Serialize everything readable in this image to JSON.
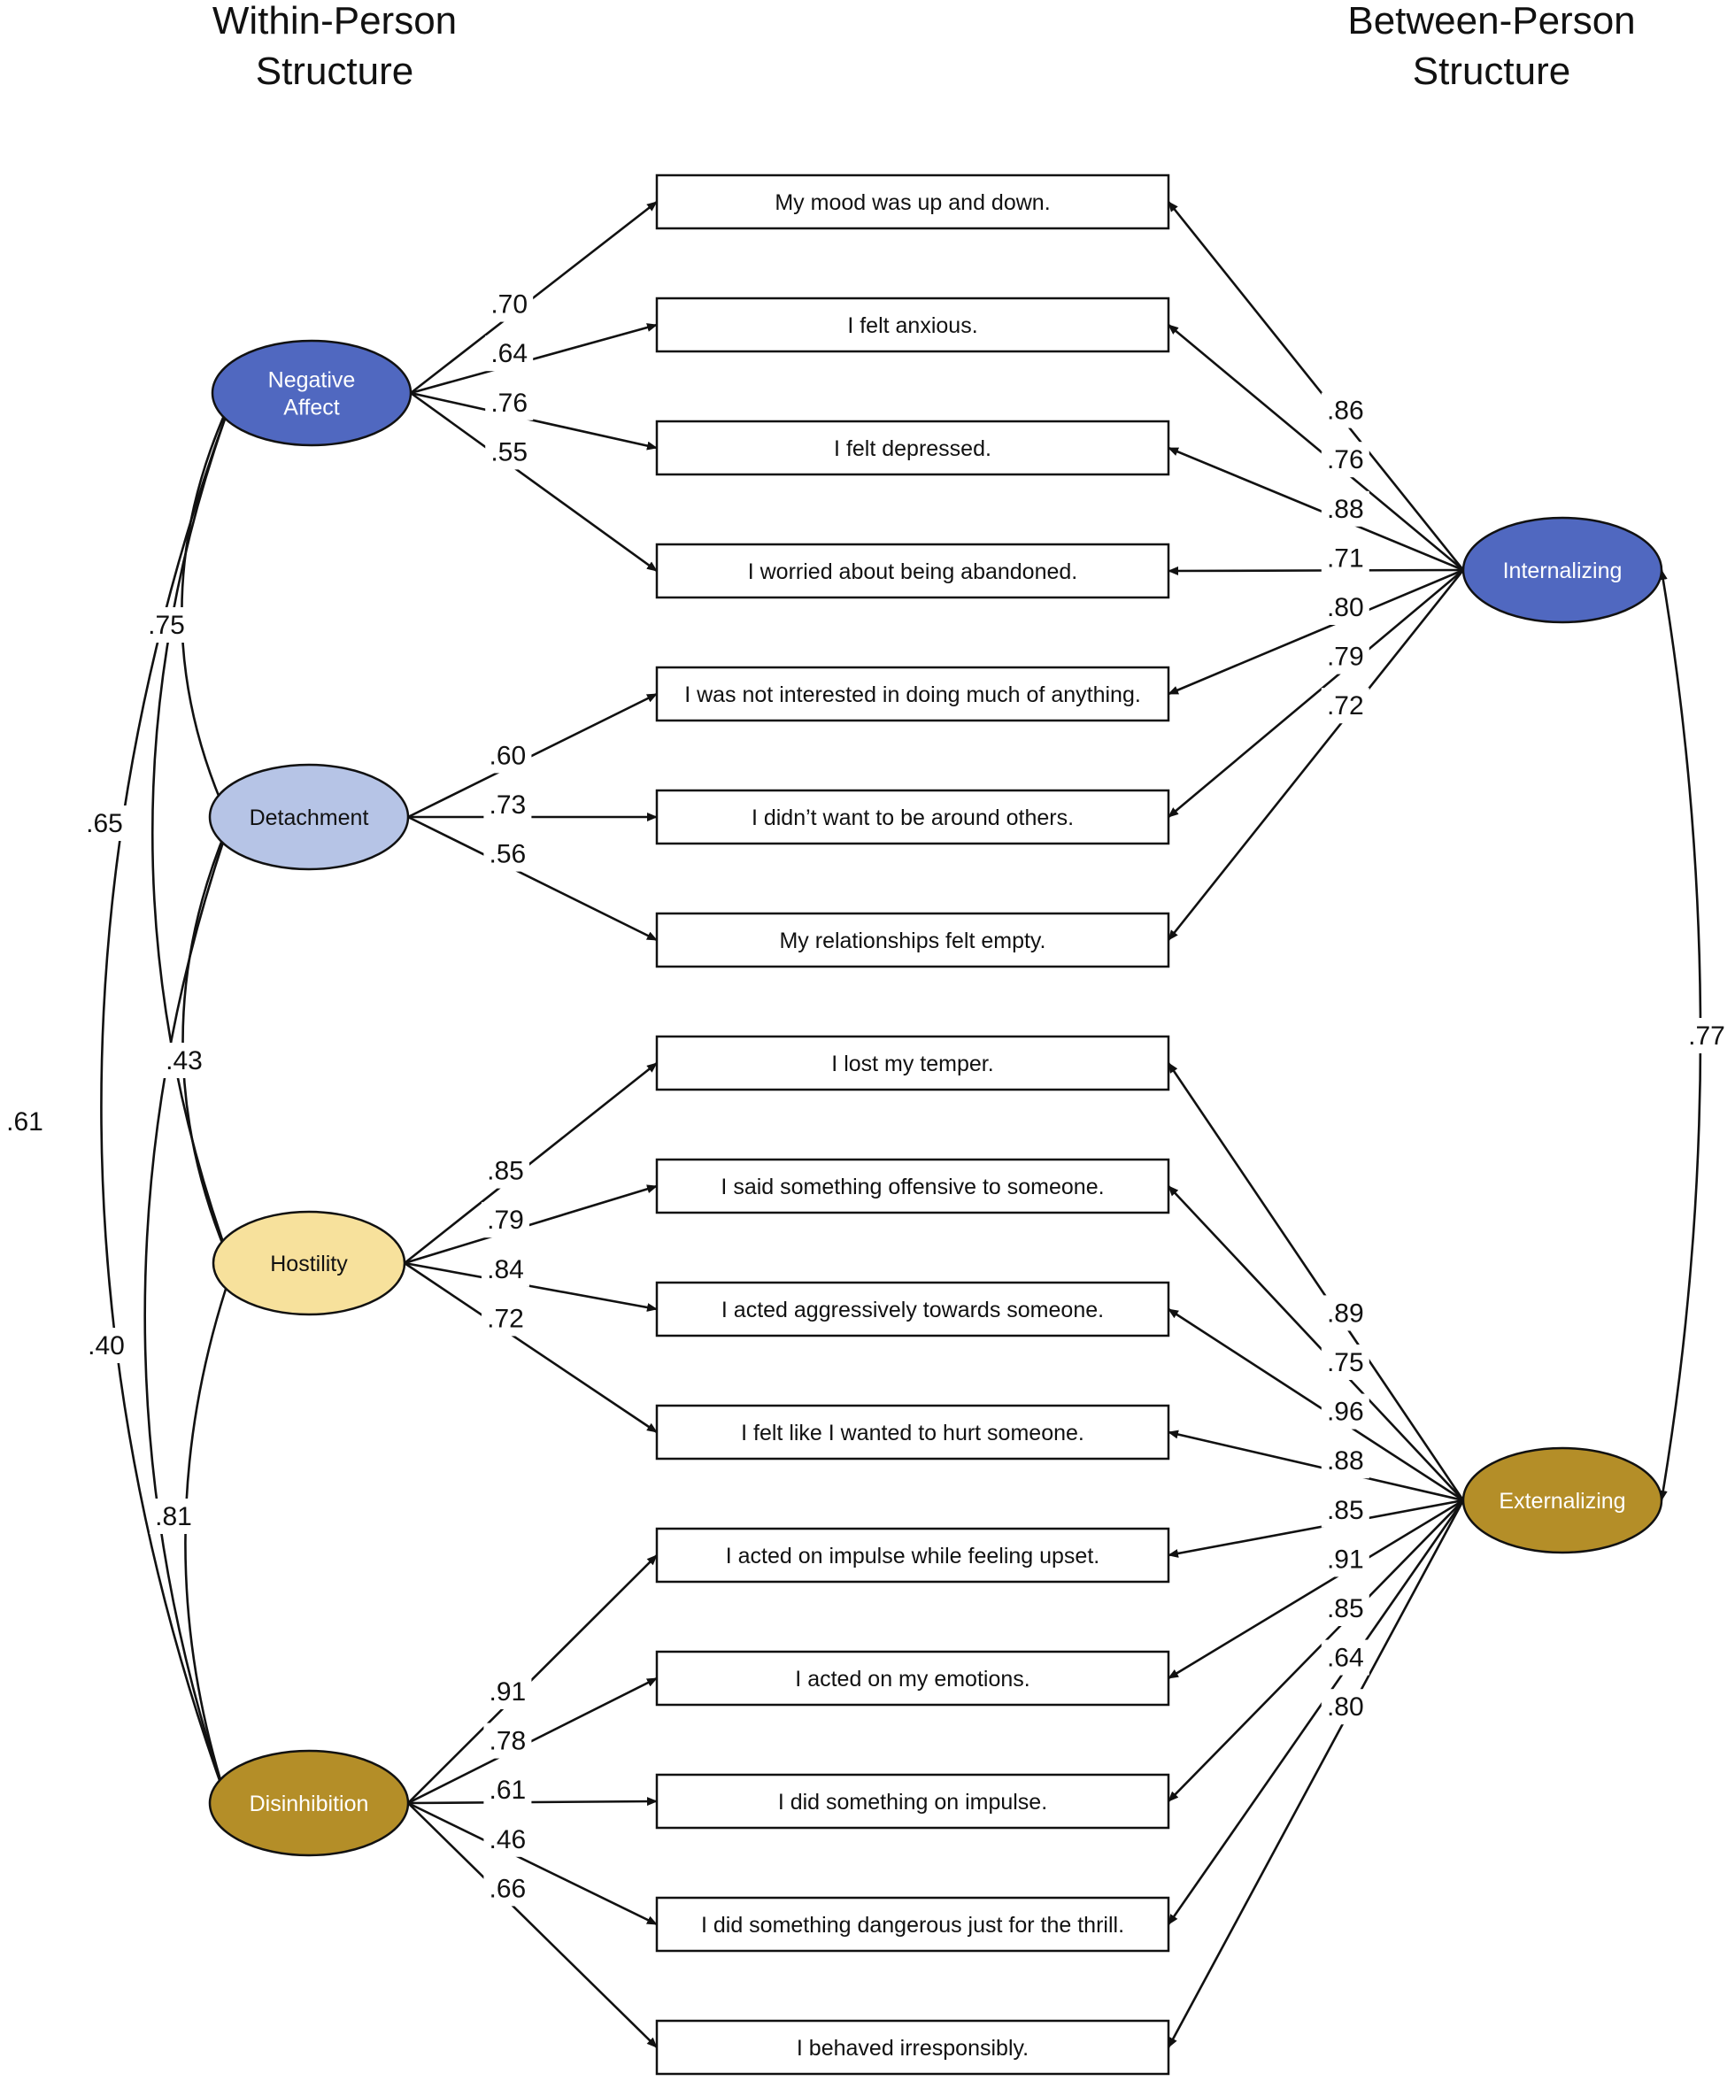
{
  "headers": {
    "within": [
      "Within-Person",
      "Structure"
    ],
    "between": [
      "Between-Person",
      "Structure"
    ]
  },
  "factors": [
    {
      "id": "negative-affect",
      "label": [
        "Negative",
        "Affect"
      ],
      "fill": "#5068C0",
      "text_color": "#ffffff"
    },
    {
      "id": "detachment",
      "label": [
        "Detachment"
      ],
      "fill": "#B6C4E6",
      "text_color": "#111111"
    },
    {
      "id": "hostility",
      "label": [
        "Hostility"
      ],
      "fill": "#F7E19C",
      "text_color": "#111111"
    },
    {
      "id": "disinhibition",
      "label": [
        "Disinhibition"
      ],
      "fill": "#B48E28",
      "text_color": "#ffffff"
    },
    {
      "id": "internalizing",
      "label": [
        "Internalizing"
      ],
      "fill": "#5068C0",
      "text_color": "#ffffff"
    },
    {
      "id": "externalizing",
      "label": [
        "Externalizing"
      ],
      "fill": "#B48E28",
      "text_color": "#ffffff"
    }
  ],
  "items": [
    "My mood was up and down.",
    "I felt anxious.",
    "I felt depressed.",
    "I worried about being abandoned.",
    "I was not interested in doing much of anything.",
    "I didn’t want to be around others.",
    "My relationships felt empty.",
    "I lost my temper.",
    "I said something offensive to someone.",
    "I acted aggressively towards someone.",
    "I felt like I wanted to hurt someone.",
    "I acted on impulse while feeling upset.",
    "I acted on my emotions.",
    "I did something on impulse.",
    "I did something dangerous just for the thrill.",
    "I behaved irresponsibly."
  ],
  "within_loadings": [
    {
      "factor": 0,
      "items": [
        0,
        1,
        2,
        3
      ],
      "values": [
        ".70",
        ".64",
        ".76",
        ".55"
      ]
    },
    {
      "factor": 1,
      "items": [
        4,
        5,
        6
      ],
      "values": [
        ".60",
        ".73",
        ".56"
      ]
    },
    {
      "factor": 2,
      "items": [
        7,
        8,
        9,
        10
      ],
      "values": [
        ".85",
        ".79",
        ".84",
        ".72"
      ]
    },
    {
      "factor": 3,
      "items": [
        11,
        12,
        13,
        14,
        15
      ],
      "values": [
        ".91",
        ".78",
        ".61",
        ".46",
        ".66"
      ]
    }
  ],
  "between_loadings": [
    {
      "factor": 4,
      "items": [
        0,
        1,
        2,
        3,
        4,
        5,
        6
      ],
      "values": [
        ".86",
        ".76",
        ".88",
        ".71",
        ".80",
        ".79",
        ".72"
      ]
    },
    {
      "factor": 5,
      "items": [
        7,
        8,
        9,
        10,
        11,
        12,
        13,
        14,
        15
      ],
      "values": [
        ".89",
        ".75",
        ".96",
        ".88",
        ".85",
        ".91",
        ".85",
        ".64",
        ".80"
      ]
    }
  ],
  "correlations": [
    {
      "from": 0,
      "to": 1,
      "value": ".75"
    },
    {
      "from": 0,
      "to": 2,
      "value": ".65"
    },
    {
      "from": 0,
      "to": 3,
      "value": ".61"
    },
    {
      "from": 1,
      "to": 2,
      "value": ".43"
    },
    {
      "from": 1,
      "to": 3,
      "value": ".40"
    },
    {
      "from": 2,
      "to": 3,
      "value": ".81"
    },
    {
      "from": 4,
      "to": 5,
      "value": ".77"
    }
  ]
}
